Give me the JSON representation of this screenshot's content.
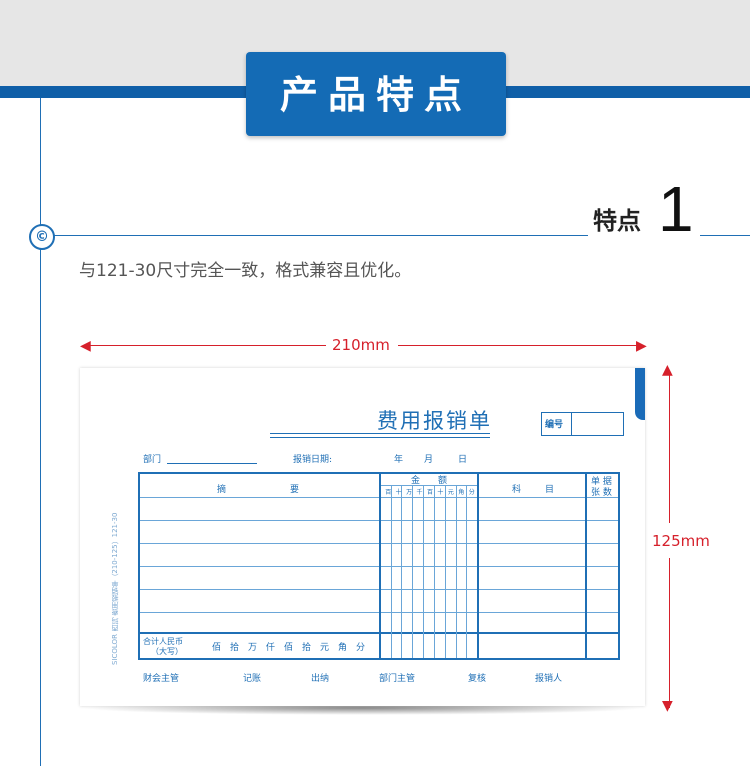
{
  "header": {
    "title": "产品特点"
  },
  "feature": {
    "badge": "©",
    "word": "特点",
    "number": "1",
    "description": "与121-30尺寸完全一致，格式兼容且优化。"
  },
  "dimensions": {
    "width_label": "210mm",
    "height_label": "125mm"
  },
  "form": {
    "title": "费用报销单",
    "serial_label": "编号",
    "dept_label": "部门",
    "date_label": "报销日期:",
    "year": "年",
    "month": "月",
    "day": "日",
    "col_summary_a": "摘",
    "col_summary_b": "要",
    "col_amount": "金　　额",
    "amount_units": [
      "百",
      "十",
      "万",
      "千",
      "百",
      "十",
      "元",
      "角",
      "分"
    ],
    "col_subject_a": "科",
    "col_subject_b": "目",
    "col_docs_a": "单 据",
    "col_docs_b": "张 数",
    "total_label_a": "合计人民币",
    "total_label_b": "（大写）",
    "total_units": "佰　拾　万　仟　佰　拾　元　角　分",
    "side_code": "SICOLOR 西玛 费用报销单（210-125）121-30",
    "footer": [
      "财会主管",
      "记账",
      "出纳",
      "部门主管",
      "复核",
      "报销人"
    ]
  },
  "colors": {
    "brand_blue": "#146bb5",
    "dimension_red": "#d6202b",
    "band_gray": "#e6e6e6"
  }
}
